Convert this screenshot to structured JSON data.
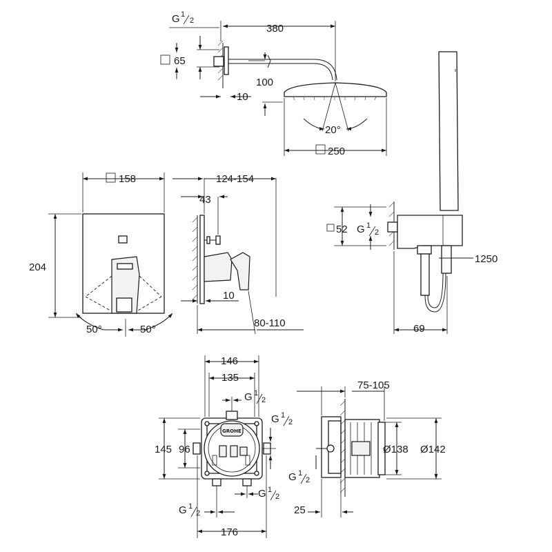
{
  "shower_head": {
    "thread": "G",
    "thread_frac_num": "1",
    "thread_frac_den": "2",
    "flange": "65",
    "arm_length": "380",
    "drop": "100",
    "wall_gap": "10",
    "angle": "20",
    "head_size": "250"
  },
  "mixer_trim": {
    "plate": "158",
    "height": "204",
    "angle_left": "50",
    "angle_right": "50",
    "depth_range": "124-154",
    "knob_offset": "43",
    "plate_gap": "10",
    "install_range": "80-110"
  },
  "hand_shower": {
    "outlet": "52",
    "thread": "G",
    "thread_frac_num": "1",
    "thread_frac_den": "2",
    "hose_length": "1250",
    "projection": "69"
  },
  "rough_in_front": {
    "width_outer": "146",
    "width_inner": "135",
    "height_outer": "145",
    "height_inner": "96",
    "bottom_width": "176",
    "thread_top": {
      "g": "G",
      "num": "1",
      "den": "2"
    },
    "thread_right": {
      "g": "G",
      "num": "1",
      "den": "2"
    },
    "thread_bottom_left": {
      "g": "G",
      "num": "1",
      "den": "2"
    },
    "thread_bottom_right": {
      "g": "G",
      "num": "1",
      "den": "2"
    },
    "brand": "GROHE"
  },
  "rough_in_side": {
    "depth_range": "75-105",
    "dia_inner": "Ø138",
    "dia_outer": "Ø142",
    "wall": "25",
    "thread": {
      "g": "G",
      "num": "1",
      "den": "2"
    }
  },
  "degree_symbol": "°",
  "square_symbol": "□"
}
